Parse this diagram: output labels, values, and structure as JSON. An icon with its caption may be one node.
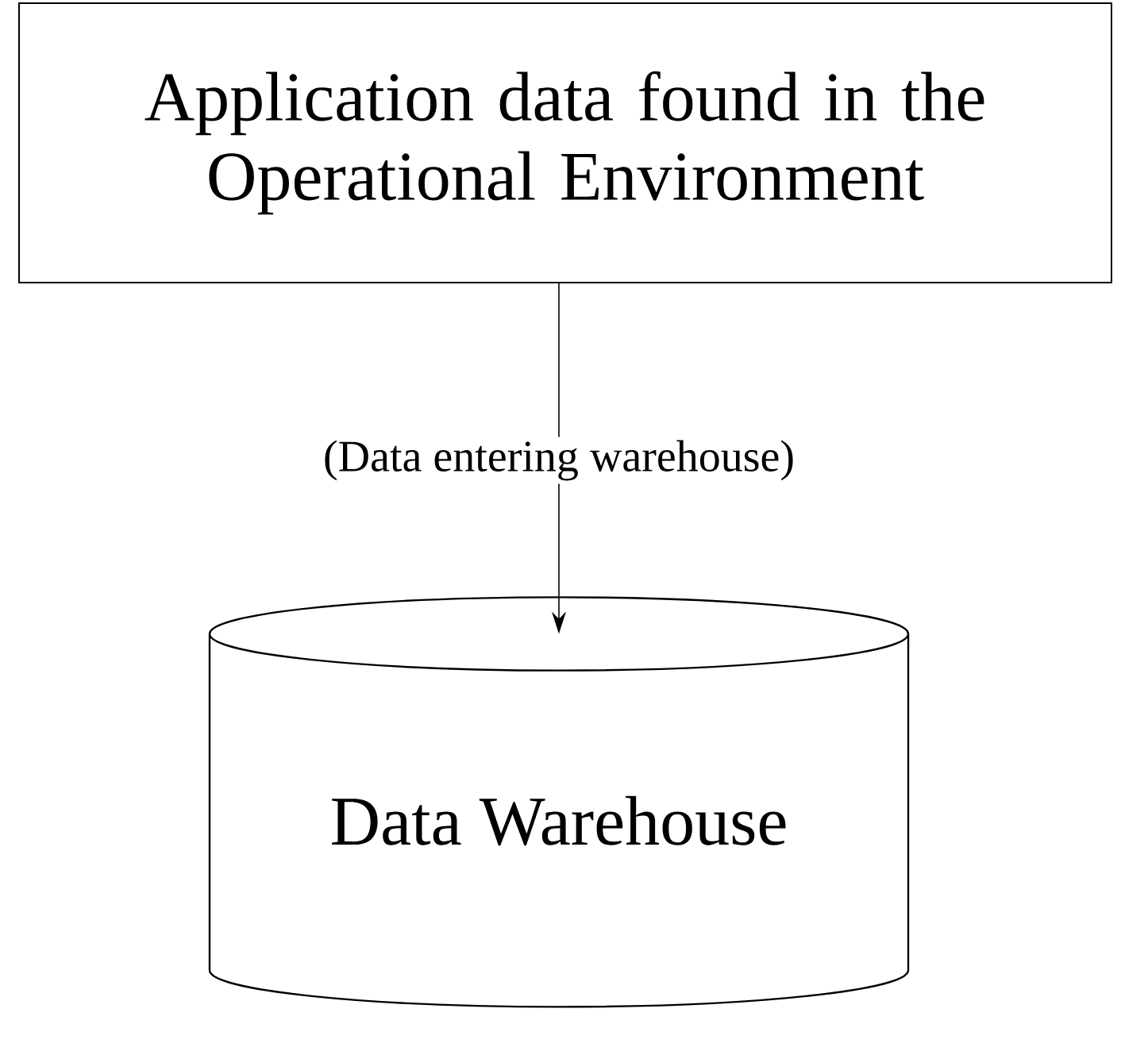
{
  "diagram": {
    "nodes": [
      {
        "text": [
          "Application data found in the Operational Environment"
        ]
      },
      {
        "text": [
          "Data Warehouse"
        ]
      }
    ],
    "edges": [
      {
        "from": 0,
        "to": 1,
        "arrow": "to",
        "label": "(Data entering warehouse)"
      }
    ]
  }
}
